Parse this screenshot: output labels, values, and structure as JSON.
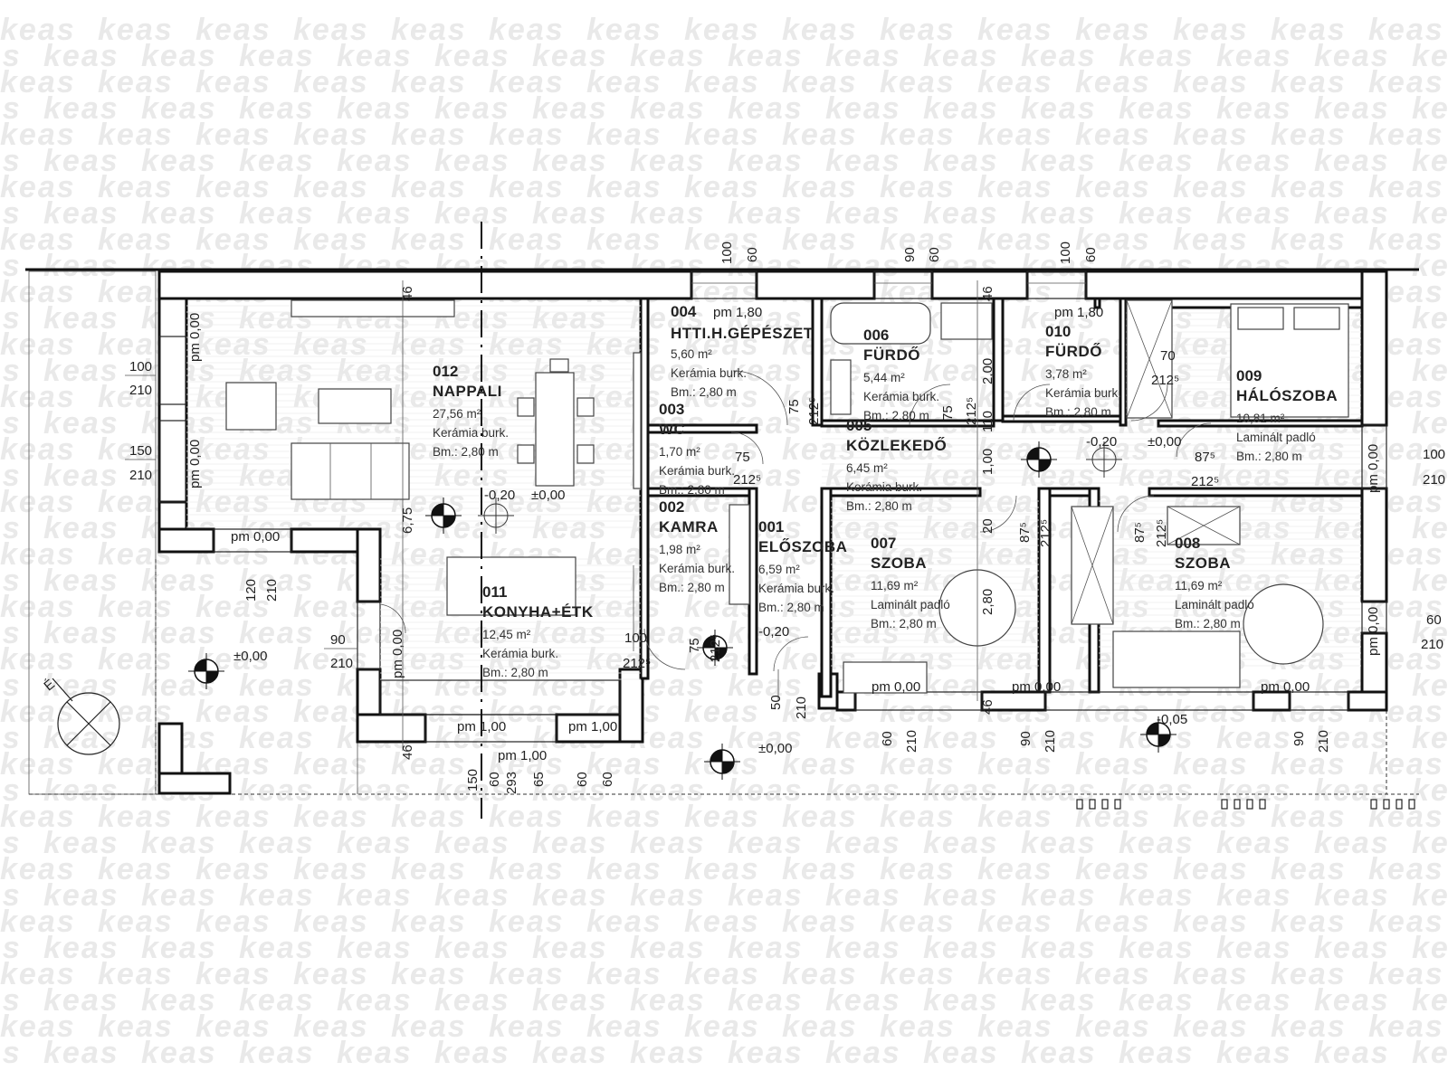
{
  "watermark": "keas",
  "north_label": "É",
  "rooms": [
    {
      "id": "room-012",
      "number": "012",
      "name": "NAPPALI",
      "area": "27,56 m²",
      "floor": "Kerámia burk.",
      "height": "Bm.: 2,80 m"
    },
    {
      "id": "room-011",
      "number": "011",
      "name": "KONYHA+ÉTK",
      "area": "12,45 m²",
      "floor": "Kerámia burk.",
      "height": "Bm.: 2,80 m"
    },
    {
      "id": "room-004",
      "number": "004",
      "name": "HTTI.H.GÉPÉSZET",
      "area": "5,60 m²",
      "floor": "Kerámia burk.",
      "height": "Bm.: 2,80 m"
    },
    {
      "id": "room-003",
      "number": "003",
      "name": "WC",
      "area": "1,70 m²",
      "floor": "Kerámia burk.",
      "height": "Bm.: 2,80 m"
    },
    {
      "id": "room-002",
      "number": "002",
      "name": "KAMRA",
      "area": "1,98 m²",
      "floor": "Kerámia burk.",
      "height": "Bm.: 2,80 m"
    },
    {
      "id": "room-001",
      "number": "001",
      "name": "ELŐSZOBA",
      "area": "6,59 m²",
      "floor": "Kerámia burk.",
      "height": "Bm.: 2,80 m"
    },
    {
      "id": "room-006",
      "number": "006",
      "name": "FÜRDŐ",
      "area": "5,44 m²",
      "floor": "Kerámia burk.",
      "height": "Bm.: 2,80 m"
    },
    {
      "id": "room-005",
      "number": "005",
      "name": "KÖZLEKEDŐ",
      "area": "6,45 m²",
      "floor": "Kerámia burk.",
      "height": "Bm.: 2,80 m"
    },
    {
      "id": "room-010",
      "number": "010",
      "name": "FÜRDŐ",
      "area": "3,78 m²",
      "floor": "Kerámia burk.",
      "height": "Bm.: 2,80 m"
    },
    {
      "id": "room-009",
      "number": "009",
      "name": "HÁLÓSZOBA",
      "area": "10,81 m²",
      "floor": "Laminált padló",
      "height": "Bm.: 2,80 m"
    },
    {
      "id": "room-007",
      "number": "007",
      "name": "SZOBA",
      "area": "11,69 m²",
      "floor": "Laminált padló",
      "height": "Bm.: 2,80 m"
    },
    {
      "id": "room-008",
      "number": "008",
      "name": "SZOBA",
      "area": "11,69 m²",
      "floor": "Laminált padló",
      "height": "Bm.: 2,80 m"
    }
  ],
  "levels": {
    "pm100_top_a": "pm 1,80",
    "pm100_top_b": "pm 1,80",
    "pm000_a": "pm 0,00",
    "pm000_b": "pm 0,00",
    "pm000_c": "pm 0,00",
    "pm000_d": "pm 0,00",
    "pm000_e": "pm 0,00",
    "pm000_f": "pm 0,00",
    "pm000_g": "pm 0,00",
    "pm000_h": "pm 0,00",
    "pm000_i": "pm 0,00",
    "pm100_a": "pm 1,00",
    "pm100_b": "pm 1,00",
    "pm100_c": "pm 1,00",
    "zero_a": "±0,00",
    "zero_b": "±0,00",
    "zero_c": "±0,00",
    "zero_d": "±0,00",
    "m020_a": "-0,20",
    "m020_b": "-0,20",
    "m020_c": "-0,20",
    "m005": "-0,05"
  },
  "dims": {
    "d100_210_l1_top": "100",
    "d100_210_l1_bot": "210",
    "d150_210_top": "150",
    "d150_210_bot": "210",
    "d120": "120",
    "d210_a": "210",
    "d90_210_top": "90",
    "d90_210_bot": "210",
    "d100_k": "100",
    "d2125_k": "212⁵",
    "d75_a": "75",
    "d2125_a": "212⁵",
    "d75_b": "75",
    "d2125_b": "212⁵",
    "d75_c": "75",
    "d2125_c": "212⁵",
    "d75_d": "75",
    "d2125_d": "212⁵",
    "d70": "70",
    "d2125_e": "212⁵",
    "d875_a": "87⁵",
    "d2125_f": "212⁵",
    "d875_b": "87⁵",
    "d2125_g": "212⁵",
    "d875_c": "87⁵",
    "d2125_h": "212⁵",
    "d100_210_r1_top": "100",
    "d100_210_r1_bot": "210",
    "d60_210_r2_top": "60",
    "d60_210_r2_bot": "210",
    "t100_a": "100",
    "t60_a": "60",
    "t90": "90",
    "t60_b": "60",
    "t100_b": "100",
    "t60_c": "60",
    "d46_a": "46",
    "d46_b": "46",
    "d46_c": "46",
    "d46_d": "46",
    "d675": "6,75",
    "d200": "2,00",
    "d100v": "1,00",
    "d20": "20",
    "d280": "2,80",
    "d110": "110",
    "b150": "150",
    "b60": "60",
    "b293": "293",
    "b65": "65",
    "b60b": "60",
    "b60c": "60",
    "b50": "50",
    "b210": "210",
    "b60d": "60",
    "b210b": "210",
    "b90": "90",
    "b210c": "210",
    "b90b": "90",
    "b210d": "210"
  }
}
